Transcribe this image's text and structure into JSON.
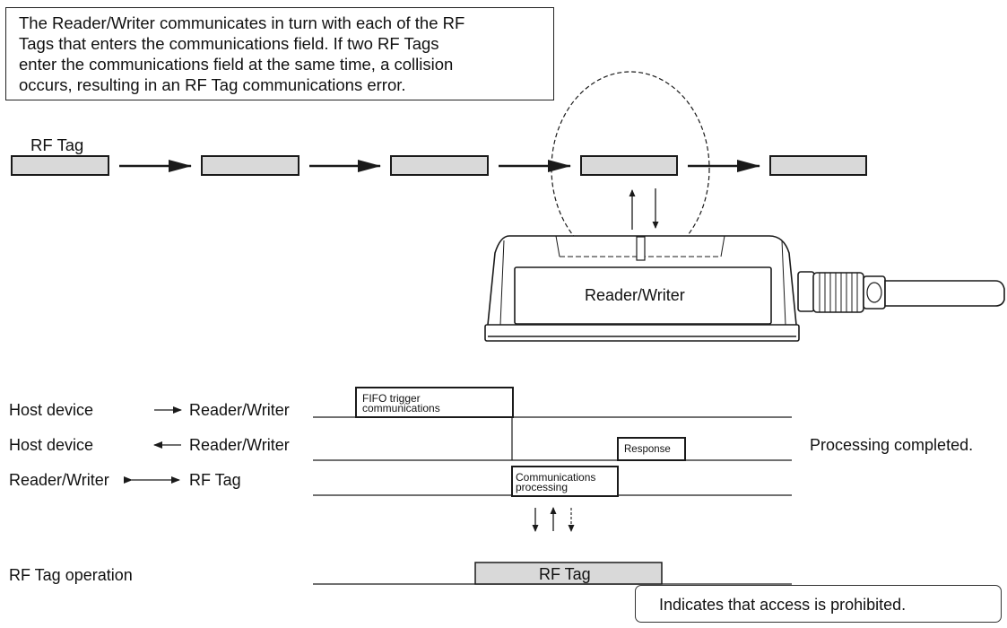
{
  "note": {
    "lines": [
      "The Reader/Writer communicates in turn with each of the RF",
      "Tags that enters the communications field. If two RF Tags",
      "enter the communications field at the same time, a collision",
      "occurs, resulting in an RF Tag communications error."
    ]
  },
  "rf_tag_label": "RF Tag",
  "reader_writer_label": "Reader/Writer",
  "timing": {
    "rows": [
      {
        "left": "Host device",
        "right": "Reader/Writer",
        "direction": "right"
      },
      {
        "left": "Host device",
        "right": "Reader/Writer",
        "direction": "left"
      },
      {
        "left": "Reader/Writer",
        "right": "RF Tag",
        "direction": "both"
      }
    ],
    "operation_label": "RF Tag operation",
    "fifo_line1": "FIFO trigger",
    "fifo_line2": "communications",
    "response": "Response",
    "comm_line1": "Communications",
    "comm_line2": "processing",
    "rf_tag_block": "RF Tag",
    "completed": "Processing completed."
  },
  "legend": {
    "text": "Indicates that access is prohibited."
  },
  "colors": {
    "tag_fill": "#d9d9d9",
    "line": "#1a1a1a",
    "reader_fill": "#ffffff"
  }
}
